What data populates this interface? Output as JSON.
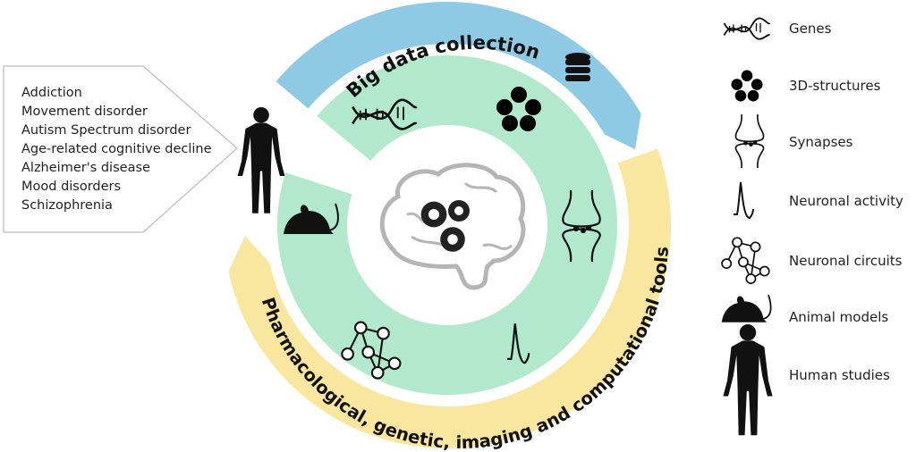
{
  "cycle": {
    "top_label": "Big data collection",
    "bottom_label": "Pharmacological, genetic, imaging and computational tools",
    "colors": {
      "blue": "#8ecae3",
      "yellow": "#f9e79f",
      "green": "#b2e9cc",
      "brain": "#b5b5b5",
      "ink": "#111111"
    }
  },
  "disorders": [
    "Addiction",
    "Movement disorder",
    "Autism Spectrum disorder",
    "Age-related cognitive decline",
    "Alzheimer's disease",
    "Mood disorders",
    "Schizophrenia"
  ],
  "legend": [
    {
      "icon": "dna-icon",
      "label": "Genes"
    },
    {
      "icon": "3d-structure-icon",
      "label": "3D-structures"
    },
    {
      "icon": "synapse-icon",
      "label": "Synapses"
    },
    {
      "icon": "spike-icon",
      "label": "Neuronal activity"
    },
    {
      "icon": "network-icon",
      "label": "Neuronal circuits"
    },
    {
      "icon": "mouse-icon",
      "label": "Animal models"
    },
    {
      "icon": "human-icon",
      "label": "Human studies"
    }
  ]
}
